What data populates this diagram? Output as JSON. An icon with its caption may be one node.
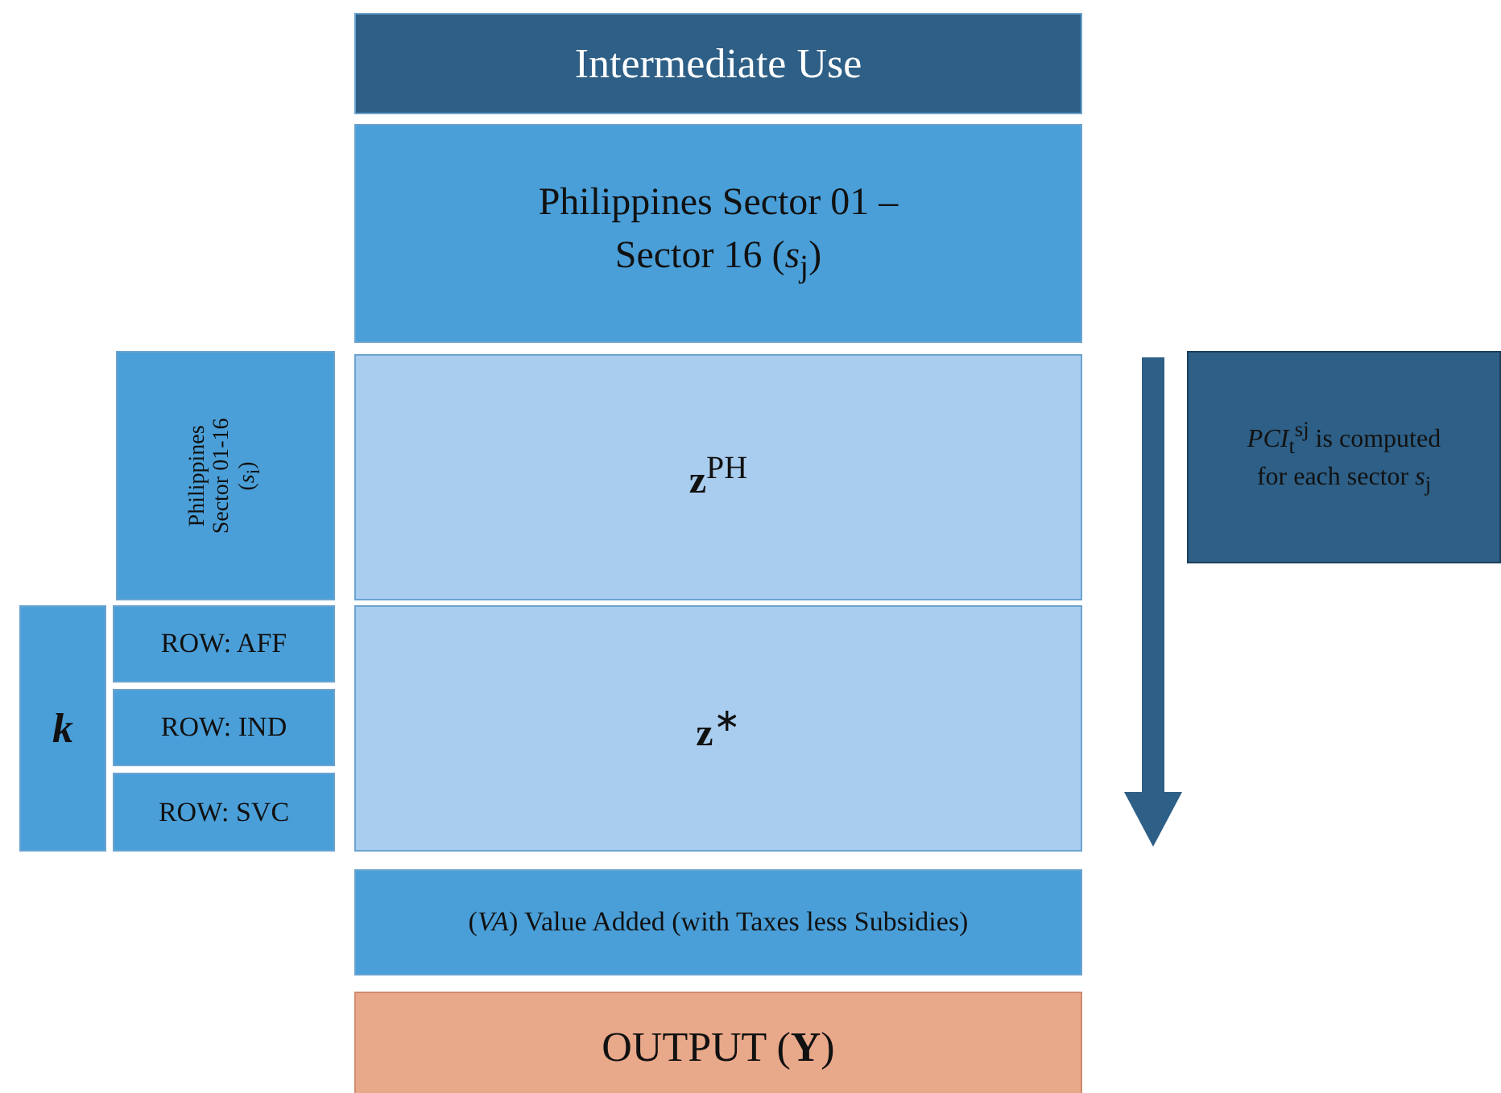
{
  "diagram": {
    "nodes": [
      {
        "text": [
          "Intermediate Use"
        ]
      },
      {
        "text": [
          "Philippines Sector 01 – Sector 16 (*s*$_{j}$)"
        ]
      },
      {
        "text": [
          "Philippines Sector 01-16 (*s*$_{i}$)"
        ]
      },
      {
        "text": [
          "**z**$^{PH}$"
        ]
      },
      {
        "text": [
          "k"
        ]
      },
      {
        "text": [
          "ROW: AFF"
        ]
      },
      {
        "text": [
          "ROW: IND"
        ]
      },
      {
        "text": [
          "ROW: SVC"
        ]
      },
      {
        "text": [
          "**z**$^{∗}$"
        ]
      },
      {
        "text": [
          "*PCI*$_{t}$$^{sj}$ is computed for each sector *s*$_{j}$"
        ]
      },
      {
        "text": [
          "(*VA*) Value Added (with Taxes less Subsidies)"
        ]
      },
      {
        "text": [
          "OUTPUT (**Y**)"
        ]
      }
    ]
  }
}
